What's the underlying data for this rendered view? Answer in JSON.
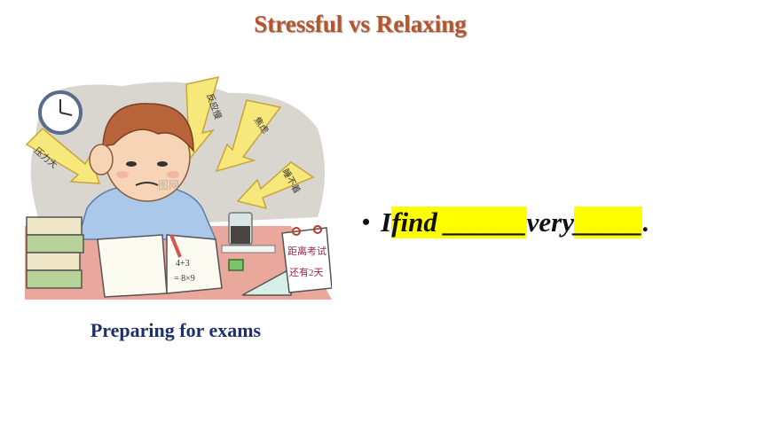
{
  "slide": {
    "title": "Stressful vs Relaxing",
    "caption": "Preparing for exams",
    "bullet": {
      "marker": "•",
      "part1": "I ",
      "highlight1": "find ______",
      "part2": " very ",
      "highlight2": "_____",
      "end": "."
    }
  },
  "illustration": {
    "arrow1_text": "反应慢",
    "arrow2_text": "焦虑",
    "arrow3_text": "睡不着",
    "arrow4_text": "压力大",
    "calendar_text1": "距离考试",
    "calendar_text2": "还有2天",
    "watermark": "图网",
    "notebook_text1": "4+3",
    "notebook_text2": "= 8×9"
  },
  "colors": {
    "title": "#b5552b",
    "caption": "#1e2f6e",
    "highlight": "#ffff00"
  }
}
